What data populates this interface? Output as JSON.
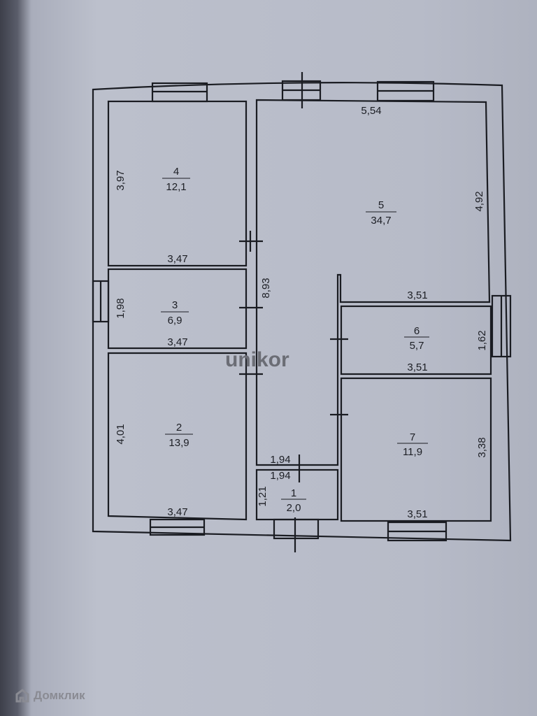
{
  "plan": {
    "rooms": [
      {
        "number": "1",
        "area": "2,0"
      },
      {
        "number": "2",
        "area": "13,9"
      },
      {
        "number": "3",
        "area": "6,9"
      },
      {
        "number": "4",
        "area": "12,1"
      },
      {
        "number": "5",
        "area": "34,7"
      },
      {
        "number": "6",
        "area": "5,7"
      },
      {
        "number": "7",
        "area": "11,9"
      }
    ],
    "dimensions": {
      "r4_h": "3,97",
      "r4_w": "3,47",
      "r3_h": "1,98",
      "r3_w": "3,47",
      "r2_h": "4,01",
      "r2_w": "3,47",
      "r5_w": "5,54",
      "r5_h": "4,92",
      "r5_w2": "3,51",
      "corridor": "8,93",
      "r6_h": "1,62",
      "r6_w": "3,51",
      "r7_h": "3,38",
      "r7_w": "3,51",
      "r1_w_top": "1,94",
      "r1_w": "1,94",
      "r1_h": "1,21"
    }
  },
  "watermark": "unikor",
  "footer_logo": "Домклик"
}
